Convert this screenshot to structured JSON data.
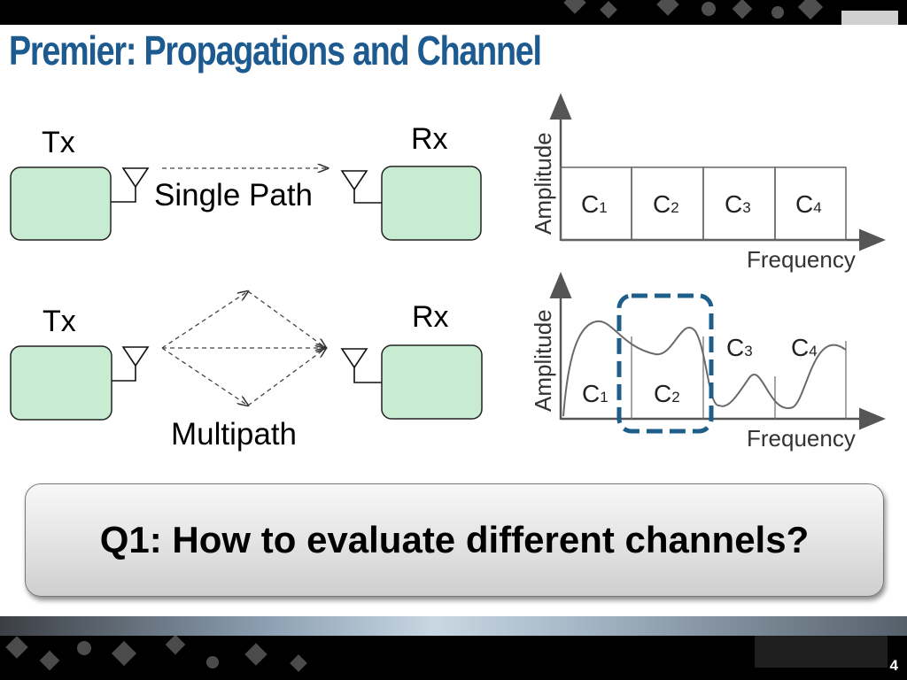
{
  "slide": {
    "title": "Premier: Propagations and Channel",
    "page_number": "4"
  },
  "single_path": {
    "tx_label": "Tx",
    "rx_label": "Rx",
    "path_label": "Single Path"
  },
  "multipath": {
    "tx_label": "Tx",
    "rx_label": "Rx",
    "path_label": "Multipath"
  },
  "top_chart": {
    "y_axis_label": "Amplitude",
    "x_axis_label": "Frequency",
    "channels": [
      {
        "c": "C",
        "sub": "1"
      },
      {
        "c": "C",
        "sub": "2"
      },
      {
        "c": "C",
        "sub": "3"
      },
      {
        "c": "C",
        "sub": "4"
      }
    ]
  },
  "bottom_chart": {
    "y_axis_label": "Amplitude",
    "x_axis_label": "Frequency",
    "channels": [
      {
        "c": "C",
        "sub": "1"
      },
      {
        "c": "C",
        "sub": "2"
      },
      {
        "c": "C",
        "sub": "3"
      },
      {
        "c": "C",
        "sub": "4"
      }
    ]
  },
  "question": {
    "text": "Q1: How to evaluate different channels?"
  },
  "colors": {
    "title": "#1c5a8f",
    "device_fill": "#c8ecd2",
    "highlight_box": "#1d5f8a"
  }
}
